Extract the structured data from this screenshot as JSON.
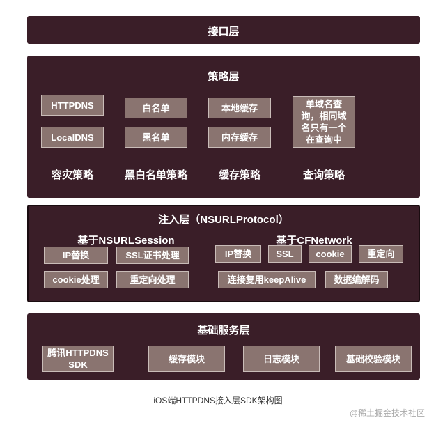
{
  "interface_layer": {
    "title": "接口层"
  },
  "strategy_layer": {
    "title": "策略层",
    "disaster": {
      "items": [
        "HTTPDNS",
        "LocalDNS"
      ],
      "label": "容灾策略"
    },
    "list": {
      "items": [
        "白名单",
        "黑名单"
      ],
      "label": "黑白名单策略"
    },
    "cache": {
      "items": [
        "本地缓存",
        "内存缓存"
      ],
      "label": "缓存策略"
    },
    "query": {
      "item": "单域名查询，相同域名只有一个在查询中",
      "label": "查询策略"
    }
  },
  "injection_layer": {
    "title": "注入层（NSURLProtocol）",
    "nsurlsession": {
      "label": "基于NSURLSession",
      "items": [
        "IP替换",
        "SSL证书处理",
        "cookie处理",
        "重定向处理"
      ]
    },
    "cfnetwork": {
      "label": "基于CFNetwork",
      "items": [
        "IP替换",
        "SSL",
        "cookie",
        "重定向",
        "连接复用keepAlive",
        "数据编解码"
      ]
    }
  },
  "base_layer": {
    "title": "基础服务层",
    "items": [
      "腾讯HTTPDNS SDK",
      "缓存模块",
      "日志模块",
      "基础校验模块"
    ]
  },
  "caption": "iOS端HTTPDNS接入层SDK架构图",
  "watermark": "@稀土掘金技术社区",
  "colors": {
    "layer": "#3a1e28",
    "chip": "#8a7470",
    "chip_border": "#c9bcb8"
  }
}
